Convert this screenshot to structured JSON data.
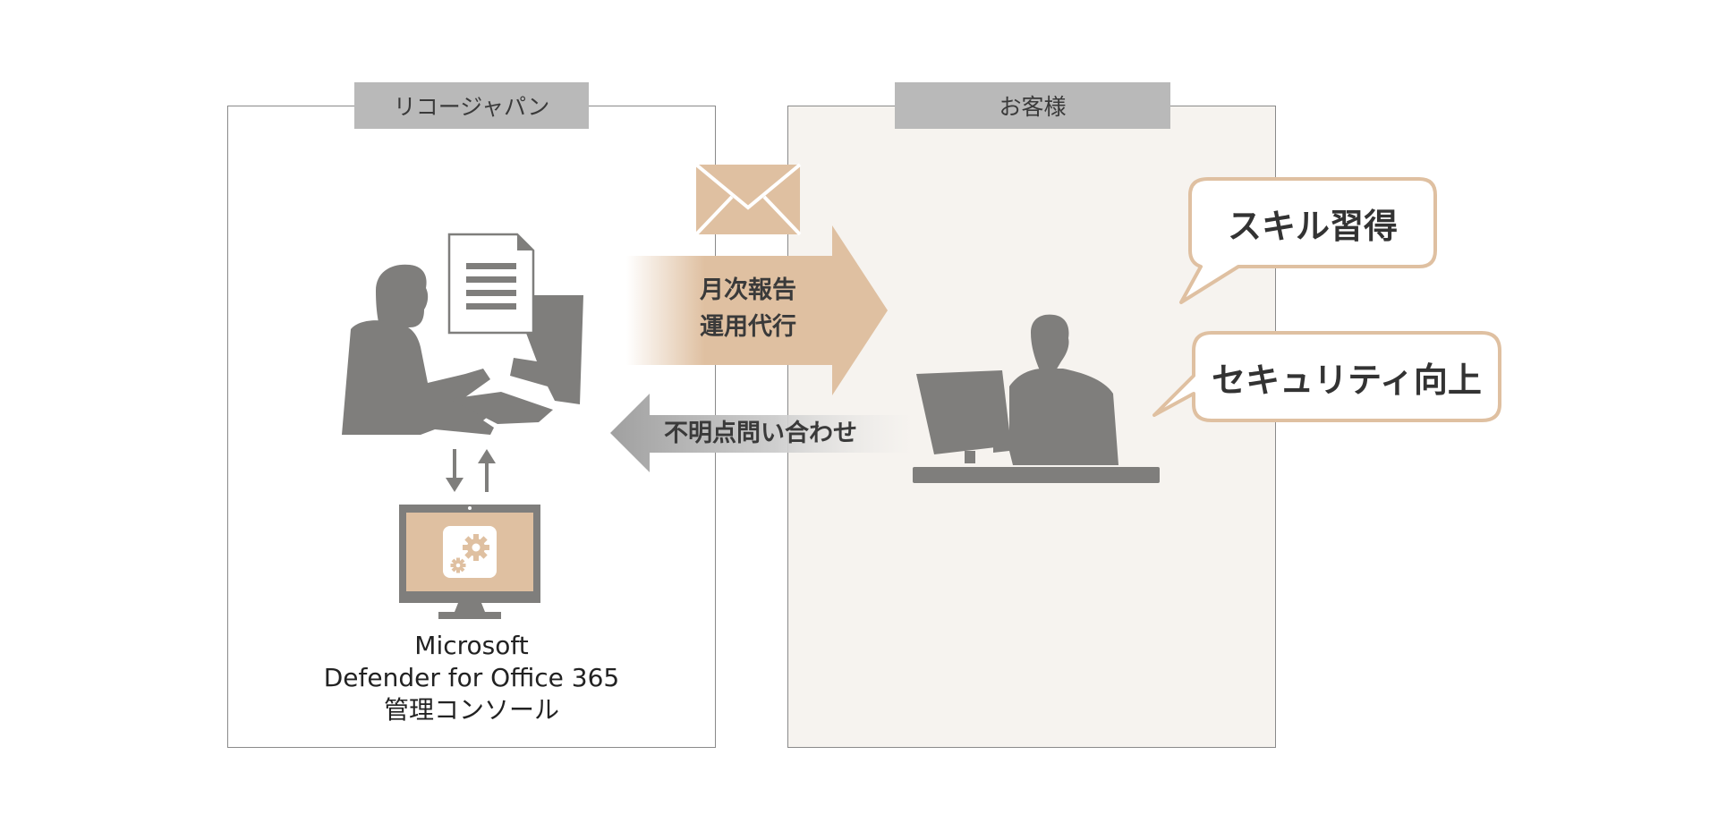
{
  "provider": {
    "label": "リコージャパン"
  },
  "customer": {
    "label": "お客様"
  },
  "flow_to_customer": {
    "line1": "月次報告",
    "line2": "運用代行"
  },
  "flow_to_provider": {
    "label": "不明点問い合わせ"
  },
  "console": {
    "line1": "Microsoft",
    "line2": "Defender for Office 365",
    "line3": "管理コンソール"
  },
  "benefits": [
    {
      "label": "スキル習得"
    },
    {
      "label": "セキュリティ向上"
    }
  ],
  "colors": {
    "accent": "#dfc0a1",
    "gray": "#808080",
    "tab": "#b9b9b9",
    "customer_bg": "#f6f3ef"
  },
  "icons": [
    "envelope-icon",
    "document-icon",
    "operator-person-icon",
    "customer-person-icon",
    "gear-icon",
    "monitor-icon"
  ]
}
